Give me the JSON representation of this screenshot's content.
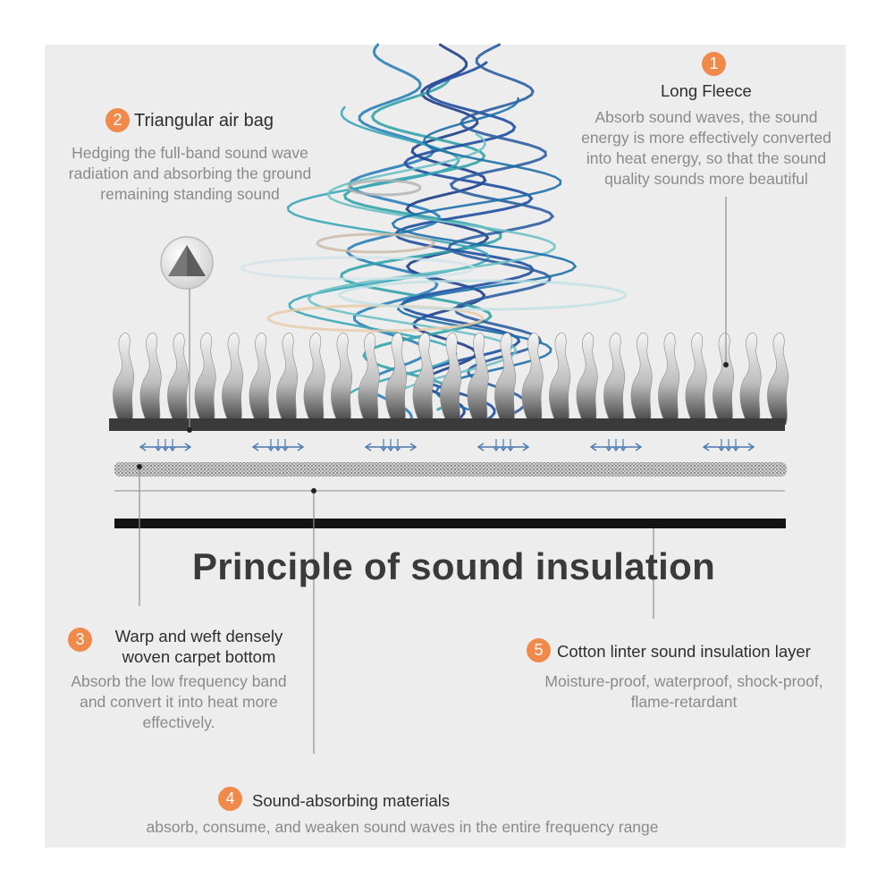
{
  "title": "Principle of sound insulation",
  "accent_color": "#f08a4b",
  "callouts": [
    {
      "number": "1",
      "heading": "Long Fleece",
      "lines": [
        "Absorb sound waves, the sound",
        "energy is more effectively converted",
        "into heat energy, so that the sound",
        "quality sounds more beautiful"
      ]
    },
    {
      "number": "2",
      "heading": "Triangular air bag",
      "lines": [
        "Hedging the full-band sound wave",
        "radiation and absorbing the ground",
        "remaining standing sound"
      ]
    },
    {
      "number": "3",
      "heading_lines": [
        "Warp and weft densely",
        "woven carpet bottom"
      ],
      "lines": [
        "Absorb the low frequency band",
        "and convert it into heat more",
        "effectively."
      ]
    },
    {
      "number": "4",
      "heading": "Sound-absorbing materials",
      "lines": [
        "absorb, consume, and weaken sound waves in the entire frequency range"
      ]
    },
    {
      "number": "5",
      "heading": "Cotton linter sound insulation layer",
      "lines": [
        "Moisture-proof, waterproof, shock-proof,",
        "flame-retardant"
      ]
    }
  ],
  "icons": [
    "triangle-icon"
  ]
}
